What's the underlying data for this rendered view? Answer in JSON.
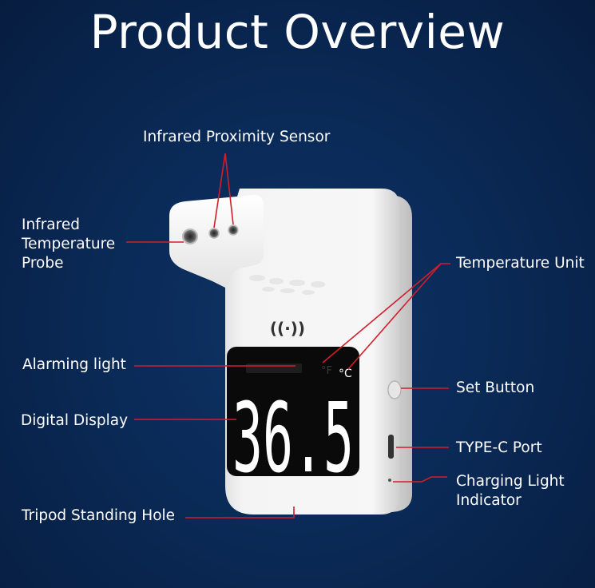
{
  "title": "Product Overview",
  "labels": {
    "infrared_proximity_sensor": "Infrared Proximity Sensor",
    "infrared_temperature_probe": [
      "Infrared",
      "Temperature",
      "Probe"
    ],
    "temperature_unit": "Temperature Unit",
    "alarming_light": "Alarming light",
    "set_button": "Set Button",
    "digital_display": "Digital Display",
    "type_c_port": "TYPE-C Port",
    "charging_light_indicator": [
      "Charging Light",
      "Indicator"
    ],
    "tripod_standing_hole": "Tripod Standing Hole"
  },
  "display": {
    "reading": "36.5",
    "unit_f": "°F",
    "unit_c": "°C",
    "wireless_symbol": "((·))"
  },
  "colors": {
    "background": "#0a2a57",
    "leader_line": "#d21e2a",
    "device_body": "#f2f2f2",
    "screen": "#0a0a0a",
    "digits": "#ffffff"
  }
}
